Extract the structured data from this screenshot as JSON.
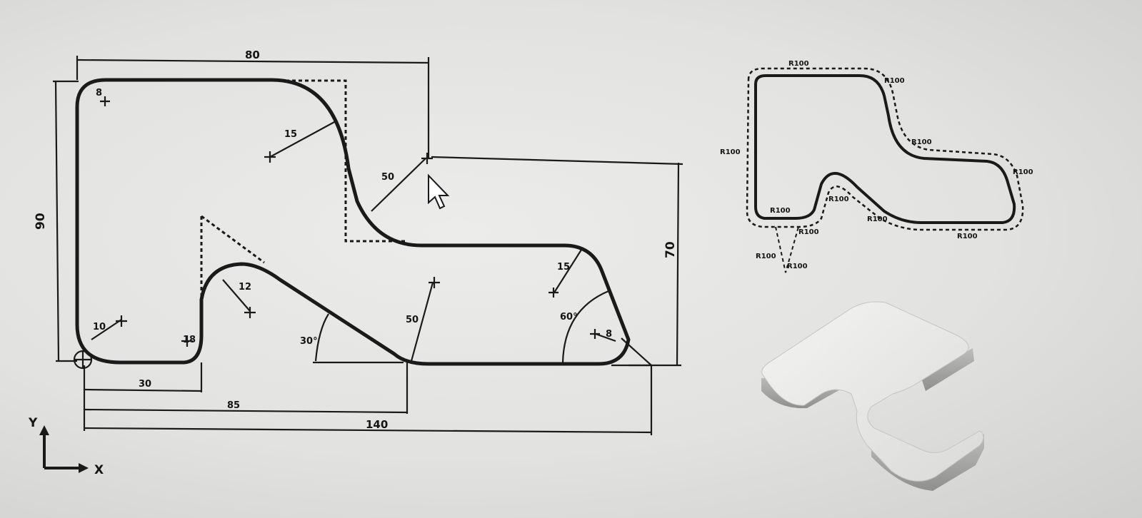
{
  "main_drawing": {
    "dim_top_width": "80",
    "dim_left_height": "90",
    "dim_right_height": "70",
    "radius_top_left": "8",
    "radius_upper_mid": "15",
    "radius_s_curve": "50",
    "radius_left_bottom": "10",
    "radius_slot_left": "18",
    "radius_bump": "12",
    "angle_slope": "30°",
    "radius_mid_bottom": "50",
    "radius_right_upper": "15",
    "angle_right": "60°",
    "radius_right_bottom": "8",
    "dim_bottom_1": "30",
    "dim_bottom_2": "85",
    "dim_bottom_total": "140"
  },
  "axes": {
    "y_label": "Y",
    "x_label": "X"
  },
  "toolpath_preview": {
    "labels": [
      "R100",
      "R100",
      "R100",
      "R100",
      "R100",
      "R100",
      "R100",
      "R100",
      "R100",
      "R100",
      "R100",
      "R100"
    ]
  }
}
